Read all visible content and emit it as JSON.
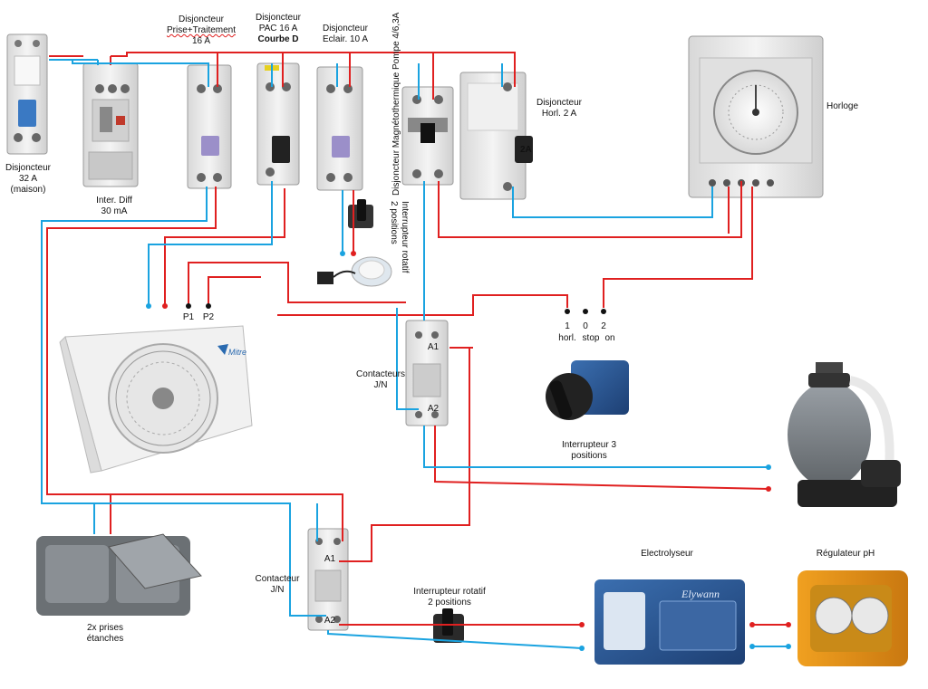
{
  "labels": {
    "main_breaker": [
      "Disjoncteur",
      "32 A",
      "(maison)"
    ],
    "rcd": [
      "Inter. Diff",
      "30 mA"
    ],
    "breaker_socket": [
      "Disjoncteur",
      "Prise+Traitement",
      "16 A"
    ],
    "breaker_pac": [
      "Disjoncteur",
      "PAC 16 A",
      "Courbe D"
    ],
    "breaker_light": [
      "Disjoncteur",
      "Eclair. 10 A"
    ],
    "breaker_motor": "Disjoncteur Magnétothermique Pompe 4/6,3A",
    "breaker_clock": [
      "Disjoncteur",
      "Horl. 2 A"
    ],
    "clock": "Horloge",
    "rotary_switch_light": [
      "Interrupteur rotatif",
      "2 positions"
    ],
    "p1": "P1",
    "p2": "P2",
    "contactor_top": [
      "Contacteurs",
      "J/N"
    ],
    "a1_top": "A1",
    "a2_top": "A2",
    "three_pos": {
      "pos1": "1",
      "pos0": "0",
      "pos2": "2",
      "horl": "horl.",
      "stop": "stop",
      "on": "on"
    },
    "three_pos_switch": [
      "Interrupteur 3",
      "positions"
    ],
    "contactor_bottom": [
      "Contacteur",
      "J/N"
    ],
    "a1_bottom": "A1",
    "a2_bottom": "A2",
    "rotary_switch_bottom": [
      "Interrupteur rotatif",
      "2 positions"
    ],
    "sockets": [
      "2x prises",
      "étanches"
    ],
    "electrolyser": "Electrolyseur",
    "electrolyser_brand": "Elywann",
    "ph_regulator": "Régulateur pH",
    "heat_pump_brand": "Mitre",
    "breaker_rating_2a": "2A"
  },
  "colors": {
    "live": "#e02020",
    "neutral": "#1aa3e0",
    "device_body": "#e8e8e8",
    "device_edge": "#9a9a9a"
  }
}
